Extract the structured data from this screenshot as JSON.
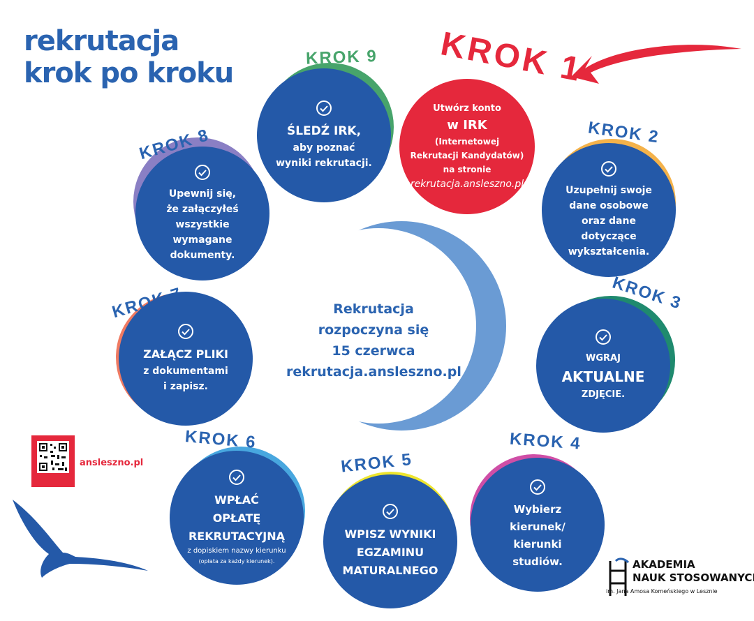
{
  "title": {
    "line1": "rekrutacja",
    "line2": "krok po kroku"
  },
  "colors": {
    "brand_blue": "#2a63b0",
    "circle_blue": "#2459a8",
    "red": "#e5283c",
    "light_blue": "#6a9bd4"
  },
  "center": {
    "line1": "Rekrutacja",
    "line2": "rozpoczyna się",
    "line3": "15 czerwca",
    "line4": "rekrutacja.ansleszno.pl"
  },
  "steps": [
    {
      "label": "KROK 1",
      "accent": "#e5283c",
      "lines": [
        "Utwórz konto",
        "w IRK",
        "(Internetowej",
        "Rekrutacji Kandydatów)",
        "na stronie",
        "rekrutacja.ansleszno.pl"
      ]
    },
    {
      "label": "KROK 2",
      "accent": "#f4b24a",
      "lines": [
        "Uzupełnij swoje",
        "dane osobowe",
        "oraz dane",
        "dotyczące",
        "wykształcenia."
      ]
    },
    {
      "label": "KROK 3",
      "accent": "#1f8a6e",
      "lines": [
        "WGRAJ",
        "AKTUALNE",
        "ZDJĘCIE."
      ]
    },
    {
      "label": "KROK 4",
      "accent": "#cf4ea6",
      "lines": [
        "Wybierz",
        "kierunek/",
        "kierunki",
        "studiów."
      ]
    },
    {
      "label": "KROK 5",
      "accent": "#eee52d",
      "lines": [
        "WPISZ WYNIKI",
        "EGZAMINU",
        "MATURALNEGO"
      ]
    },
    {
      "label": "KROK 6",
      "accent": "#48a7df",
      "lines": [
        "WPŁAĆ",
        "OPŁATĘ",
        "REKRUTACYJNĄ",
        "z dopiskiem nazwy kierunku",
        "(opłata za każdy kierunek)."
      ]
    },
    {
      "label": "KROK 7",
      "accent": "#ef7a62",
      "lines": [
        "ZAŁĄCZ PLIKI",
        "z dokumentami",
        "i zapisz."
      ]
    },
    {
      "label": "KROK 8",
      "accent": "#8a7fc4",
      "lines": [
        "Upewnij się,",
        "że załączyłeś",
        "wszystkie",
        "wymagane",
        "dokumenty."
      ]
    },
    {
      "label": "KROK 9",
      "accent": "#47a46b",
      "lines": [
        "ŚLEDŹ IRK,",
        "aby poznać",
        "wyniki rekrutacji."
      ]
    }
  ],
  "qr": {
    "site": "ansleszno.pl"
  },
  "logo": {
    "line1": "AKADEMIA",
    "line2": "NAUK STOSOWANYCH",
    "line3": "im. Jana Amosa Komeńskiego w Lesznie"
  }
}
